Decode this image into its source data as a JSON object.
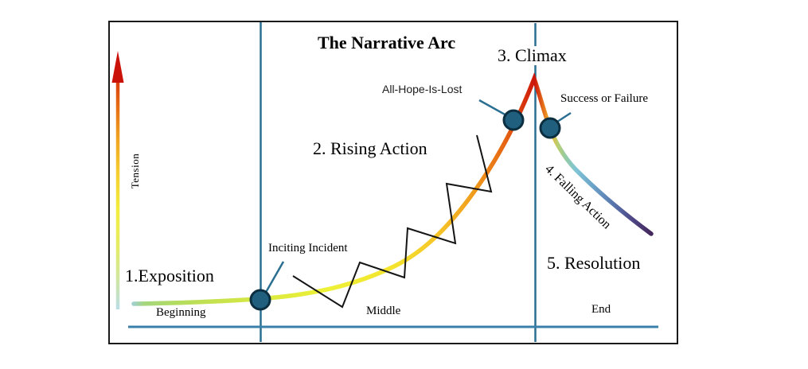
{
  "diagram": {
    "title": "The Narrative Arc",
    "stages": {
      "exposition": "1.Exposition",
      "rising_action": "2. Rising Action",
      "climax": "3. Climax",
      "falling_action": "4. Falling Action",
      "resolution": "5. Resolution"
    },
    "annotations": {
      "inciting_incident": "Inciting Incident",
      "all_hope_is_lost": "All-Hope-Is-Lost",
      "success_or_failure": "Success or Failure"
    },
    "axis": {
      "y_label": "Tension",
      "x_sections": {
        "beginning": "Beginning",
        "middle": "Middle",
        "end": "End"
      }
    },
    "colors": {
      "frame": "#1a1a1a",
      "divider_line": "#2a6f91",
      "axis_line": "#3a80aa",
      "leader_line": "#2a6f91",
      "dot_fill": "#20607e",
      "dot_stroke": "#0b2e40",
      "zigzag": "#141414",
      "arrow_head": "#cb1208",
      "text": "#000000"
    },
    "curve_gradient": [
      [
        "0%",
        "#9fd0cc"
      ],
      [
        "2%",
        "#a4d67c"
      ],
      [
        "8%",
        "#b2dc60"
      ],
      [
        "16%",
        "#c6e24e"
      ],
      [
        "26%",
        "#dcea40"
      ],
      [
        "38%",
        "#eef136"
      ],
      [
        "50%",
        "#f4e42e"
      ],
      [
        "59%",
        "#f6c428"
      ],
      [
        "66%",
        "#f09a1c"
      ],
      [
        "72%",
        "#e56212"
      ],
      [
        "76%",
        "#d42c0c"
      ],
      [
        "77.5%",
        "#cb150a"
      ],
      [
        "79%",
        "#e2691a"
      ],
      [
        "80.5%",
        "#f0b42e"
      ],
      [
        "82%",
        "#b8cf72"
      ],
      [
        "83.5%",
        "#94cba4"
      ],
      [
        "85.5%",
        "#7fc4d6"
      ],
      [
        "89%",
        "#699fc6"
      ],
      [
        "93%",
        "#5872aa"
      ],
      [
        "96.5%",
        "#4d4584"
      ],
      [
        "100%",
        "#44285c"
      ]
    ],
    "arrow_gradient": [
      [
        "0%",
        "#badde6"
      ],
      [
        "12%",
        "#d0e6a0"
      ],
      [
        "24%",
        "#e4ec66"
      ],
      [
        "38%",
        "#f2ee40"
      ],
      [
        "52%",
        "#f5d030"
      ],
      [
        "66%",
        "#f0a422"
      ],
      [
        "79%",
        "#e66a14"
      ],
      [
        "90%",
        "#d8360e"
      ],
      [
        "100%",
        "#cb1208"
      ]
    ]
  }
}
